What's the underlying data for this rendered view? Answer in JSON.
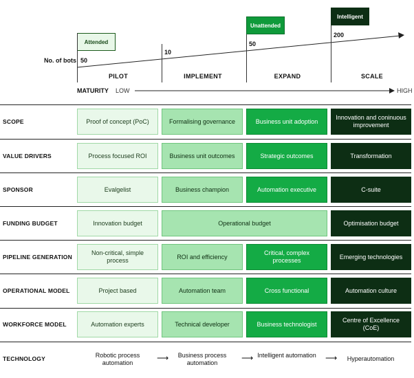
{
  "stages": {
    "attended": "Attended",
    "unattended": "Unattended",
    "intelligent": "Intelligent"
  },
  "bots": {
    "label": "No. of bots",
    "pilot": "50",
    "implement": "10",
    "expand": "50",
    "scale": "200"
  },
  "phases": [
    "PILOT",
    "IMPLEMENT",
    "EXPAND",
    "SCALE"
  ],
  "maturity": {
    "label": "MATURITY",
    "low": "LOW",
    "high": "HIGH"
  },
  "rows": [
    {
      "label": "SCOPE",
      "cells": [
        "Proof of concept (PoC)",
        "Formalising governance",
        "Business unit adoption",
        "Innovation and coninuous improvement"
      ]
    },
    {
      "label": "VALUE DRIVERS",
      "cells": [
        "Process focused ROI",
        "Business unit outcomes",
        "Strategic outcomes",
        "Transformation"
      ]
    },
    {
      "label": "SPONSOR",
      "cells": [
        "Evalgelist",
        "Business champion",
        "Automation executive",
        "C-suite"
      ]
    },
    {
      "label": "FUNDING BUDGET",
      "cells": [
        "Innovation budget",
        "Operational budget",
        "Optimisation budget"
      ]
    },
    {
      "label": "PIPELINE GENERATION",
      "cells": [
        "Non-critical, simple process",
        "ROI and efficiency",
        "Critical, complex processes",
        "Emerging technologies"
      ]
    },
    {
      "label": "OPERATIONAL MODEL",
      "cells": [
        "Project based",
        "Automation team",
        "Cross functional",
        "Automation culture"
      ]
    },
    {
      "label": "WORKFORCE MODEL",
      "cells": [
        "Automation experts",
        "Technical developer",
        "Business technologist",
        "Centre of Excellence (CoE)"
      ]
    }
  ],
  "technology": {
    "label": "TECHNOLOGY",
    "steps": [
      "Robotic process automation",
      "Business process automation",
      "Intelligent automation",
      "Hyperautomation"
    ]
  }
}
